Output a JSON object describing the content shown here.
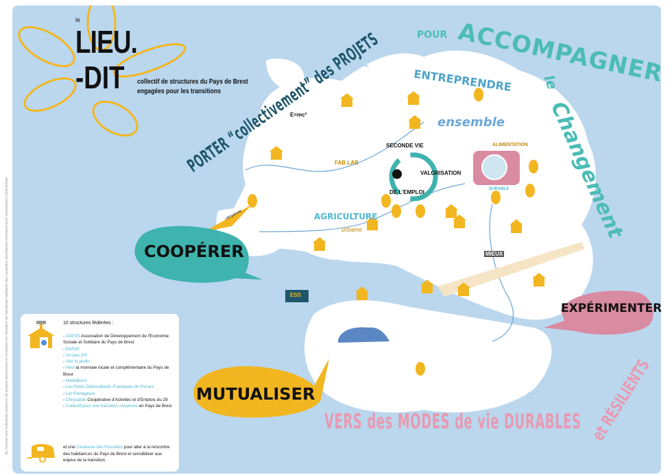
{
  "logo": {
    "le": "le",
    "lieu": "LIEU.",
    "dit": "-DIT",
    "subtitle_1": "collectif de structures du Pays de Brest",
    "subtitle_2": "engagées pour les transitions"
  },
  "headlines": {
    "porter": "PORTER “collectivement” des PROJETS",
    "pour": "POUR",
    "accompagner": "ACCOMPAGNER",
    "le": "le",
    "changement": "Changement",
    "vers": "VERS des MODES de vie DURABLES",
    "et_resilients": "et RÉSILIENTS"
  },
  "bubbles": {
    "cooperer": {
      "label": "COOPÉRER",
      "color": "#3fb3ad"
    },
    "mutualiser": {
      "label": "MUTUALISER",
      "color": "#f2b620"
    },
    "experimenter": {
      "label": "EXPÉRIMENTER",
      "color": "#d98ba2"
    }
  },
  "map_labels": {
    "emc2": "E=mc²",
    "fablab": "FAB LAB",
    "entreprendre": "ENTREPRENDRE",
    "ensemble": "ensemble",
    "seconde_vie": "SECONDE VIE",
    "valorisation": "VALORISATION",
    "emploi": "DE L'EMPLOI",
    "alimentation": "ALIMENTATION",
    "durable": "DURABLE",
    "agriculture": "AGRICULTURE",
    "urbaine": "urbaine",
    "citoyenne": "citoyenne",
    "mieux": "MIEUX",
    "ess": "ESS"
  },
  "legend": {
    "title": "10 structures fédérées :",
    "items": [
      {
        "name": "ADESS",
        "desc": "Association de Développement de l'Economie Sociale et Solidaire du Pays de Brest"
      },
      {
        "name": "BAPAV",
        "desc": ""
      },
      {
        "name": "Un peu d'R",
        "desc": ""
      },
      {
        "name": "Vert le jardin",
        "desc": ""
      },
      {
        "name": "Heol",
        "desc": "la monnaie locale et complémentaire du Pays de Brest"
      },
      {
        "name": "MadaBrest",
        "desc": ""
      },
      {
        "name": "Les Petits Débrouillards /Fabriques du Ponant",
        "desc": ""
      },
      {
        "name": "Les Partageurs",
        "desc": ""
      },
      {
        "name": "Chrysalide",
        "desc": "Coopérative d'Activités et d'Emplois du 29"
      },
      {
        "name": "Collectif pour une transition citoyenne",
        "desc": "en Pays de Brest"
      }
    ],
    "caravan": {
      "prefix": "et une",
      "name": "Caravane des Possibles",
      "suffix": "pour aller à la rencontre des habitant.es du Pays de Brest et sensibiliser aux enjeux de la transition."
    }
  },
  "side_text": "Au service des solidaires porteurs de projets personnes en insertion en situation de handicap habitants des quartiers prioritaires entrepreneurs entreprises collectivités",
  "colors": {
    "sea": "#bad7ee",
    "land": "#ffffff",
    "yellow": "#f2b620",
    "teal": "#3fb3ad",
    "dark_teal": "#1f566b",
    "pink": "#e79ab1",
    "link": "#4fb8d0"
  }
}
